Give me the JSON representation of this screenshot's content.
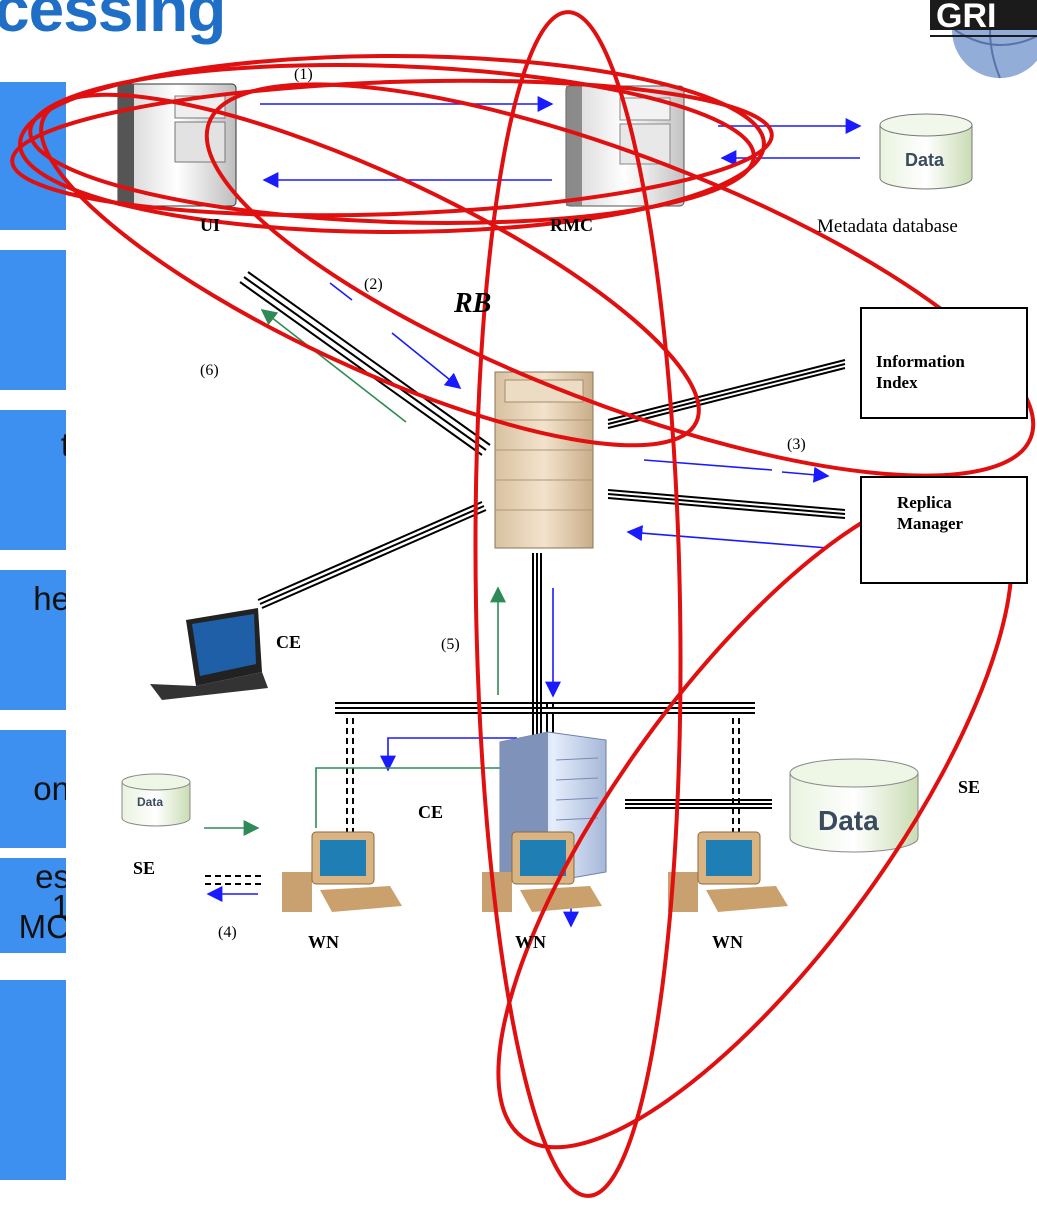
{
  "header": {
    "title_fragment": "cessing"
  },
  "side_bars": [
    {
      "text": ""
    },
    {
      "text": ""
    },
    {
      "text": "t"
    },
    {
      "text": "he"
    },
    {
      "text": "on"
    },
    {
      "text": "es"
    },
    {
      "text": "1"
    },
    {
      "text": "MC"
    },
    {
      "text": ""
    }
  ],
  "nodes": {
    "ui": "UI",
    "rmc": "RMC",
    "metadata_db": "Metadata database",
    "data_label": "Data",
    "rb": "RB",
    "info_index": [
      "Information",
      "Index"
    ],
    "replica_manager": [
      "Replica",
      "Manager"
    ],
    "ce_laptop": "CE",
    "ce_tower": "CE",
    "se_right": "SE",
    "se_left": "SE",
    "se_data_large": "Data",
    "se_data_small": "Data",
    "wn": [
      "WN",
      "WN",
      "WN"
    ]
  },
  "steps": {
    "s1": "(1)",
    "s2": "(2)",
    "s3": "(3)",
    "s4": "(4)",
    "s5": "(5)",
    "s6": "(6)"
  },
  "colors": {
    "accent_blue": "#3d8ff0",
    "title_blue": "#1f6fc6",
    "arrow_blue": "#1a1aff",
    "arrow_green": "#2e8b57",
    "highlight_red": "#e01010"
  }
}
